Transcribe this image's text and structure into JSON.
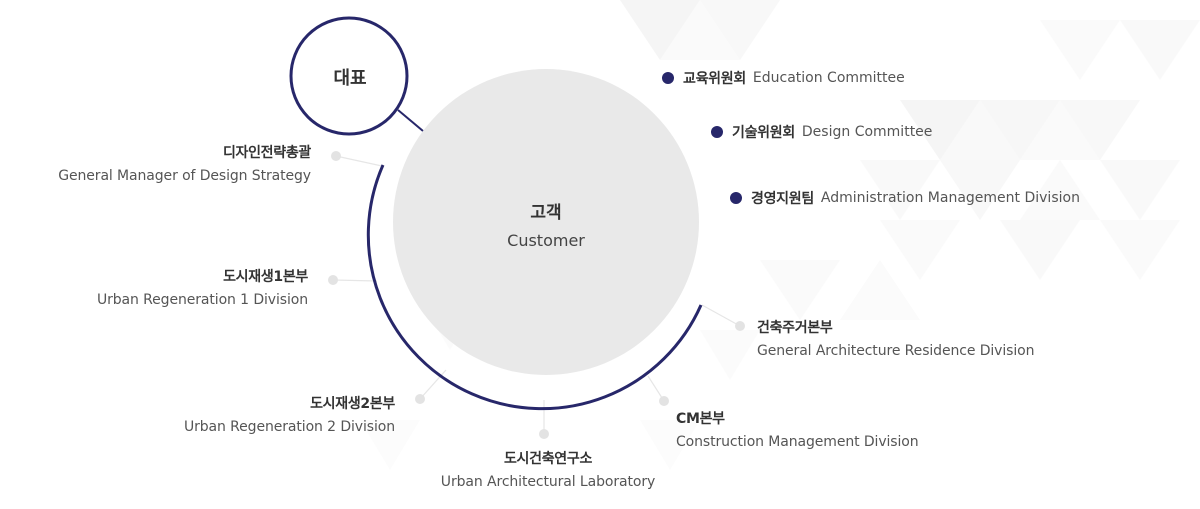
{
  "ceo": {
    "label": "대표"
  },
  "center": {
    "label_ko": "고객",
    "label_en": "Customer"
  },
  "committees": [
    {
      "ko": "교육위원회",
      "en": "Education Committee"
    },
    {
      "ko": "기술위원회",
      "en": "Design Committee"
    },
    {
      "ko": "경영지원팀",
      "en": "Administration Management Division"
    }
  ],
  "divisions": [
    {
      "ko": "디자인전략총괄",
      "en": "General Manager of Design Strategy"
    },
    {
      "ko": "도시재생1본부",
      "en": "Urban Regeneration 1 Division"
    },
    {
      "ko": "도시재생2본부",
      "en": "Urban Regeneration 2 Division"
    },
    {
      "ko": "도시건축연구소",
      "en": "Urban Architectural Laboratory"
    },
    {
      "ko": "CM본부",
      "en": "Construction Management Division"
    },
    {
      "ko": "건축주거본부",
      "en": "General Architecture Residence Division"
    }
  ],
  "colors": {
    "navy": "#27276a",
    "center_fill": "#e9e9e9",
    "node_dot": "#e3e3e3",
    "connector": "#e6e6e6",
    "background_pattern": "#f4f4f4"
  }
}
